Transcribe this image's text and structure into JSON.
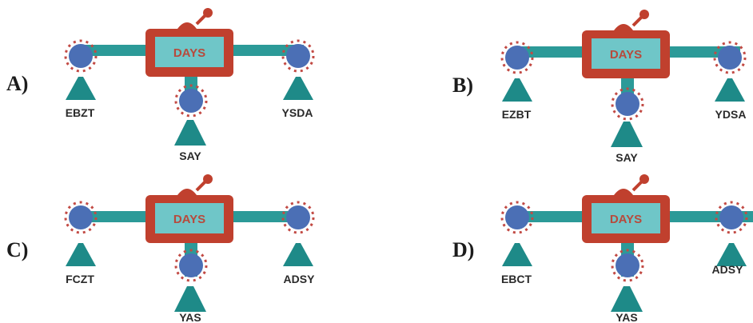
{
  "center_word": "DAYS",
  "colors": {
    "bar": "#2c9a98",
    "base": "#1e8a88",
    "screen_frame": "#c0402e",
    "screen_face": "#6fc6c8",
    "gear": "#4b6fb5",
    "gear_spikes": "#c24a44"
  },
  "options": [
    {
      "label": "A)",
      "left": "EBZT",
      "right": "YSDA",
      "bottom": "SAY"
    },
    {
      "label": "B)",
      "left": "EZBT",
      "right": "YDSA",
      "bottom": "SAY"
    },
    {
      "label": "C)",
      "left": "FCZT",
      "right": "ADSY",
      "bottom": "YAS"
    },
    {
      "label": "D)",
      "left": "EBCT",
      "right": "ADSY",
      "bottom": "YAS"
    }
  ],
  "icons": [
    "antenna-icon",
    "gear-icon",
    "pedestal-icon"
  ]
}
